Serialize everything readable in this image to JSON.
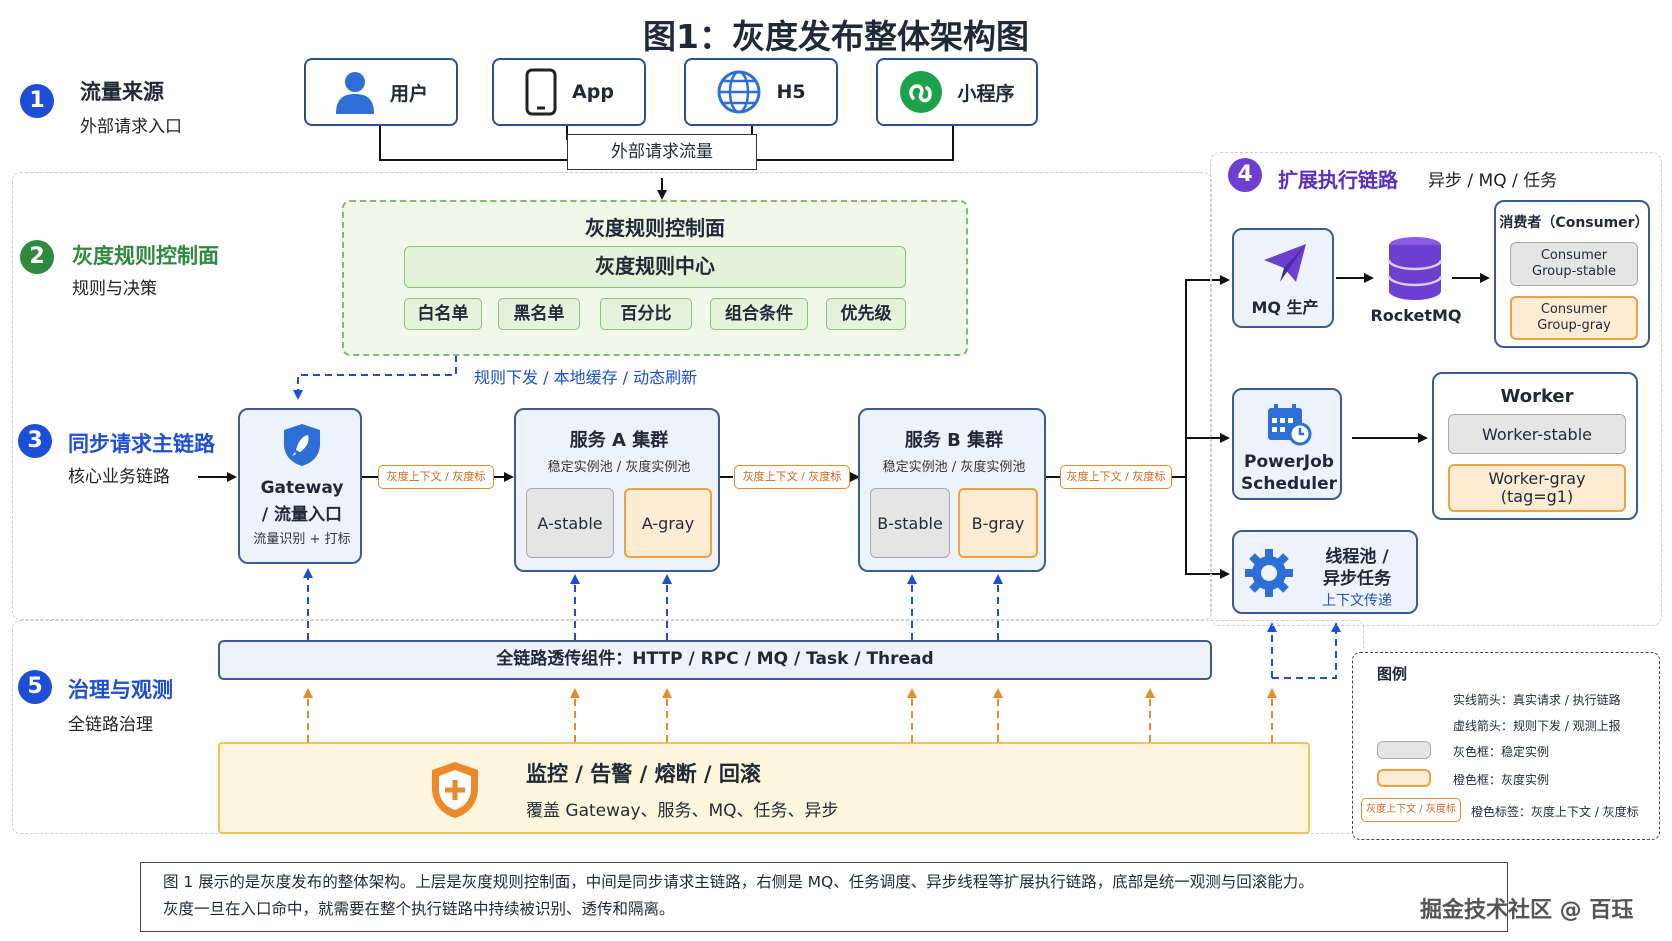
{
  "title": "图1：灰度发布整体架构图",
  "sections": {
    "s1": {
      "num": "1",
      "title": "流量来源",
      "sub": "外部请求入口"
    },
    "s2": {
      "num": "2",
      "title": "灰度规则控制面",
      "sub": "规则与决策"
    },
    "s3": {
      "num": "3",
      "title": "同步请求主链路",
      "sub": "核心业务链路"
    },
    "s4": {
      "num": "4",
      "title": "扩展执行链路",
      "sub": "异步 / MQ / 任务"
    },
    "s5": {
      "num": "5",
      "title": "治理与观测",
      "sub": "全链路治理"
    }
  },
  "sources": [
    {
      "label": "用户",
      "icon": "user-icon"
    },
    {
      "label": "App",
      "icon": "phone-icon"
    },
    {
      "label": "H5",
      "icon": "globe-icon"
    },
    {
      "label": "小程序",
      "icon": "miniprogram-icon"
    }
  ],
  "external_traffic": "外部请求流量",
  "control": {
    "panel_title": "灰度规则控制面",
    "center": "灰度规则中心",
    "rules": [
      "白名单",
      "黑名单",
      "百分比",
      "组合条件",
      "优先级"
    ],
    "dispatch_note": "规则下发 / 本地缓存 / 动态刷新"
  },
  "gateway": {
    "title_1": "Gateway",
    "title_2": "/ 流量入口",
    "sub": "流量识别 + 打标"
  },
  "context_tag": "灰度上下文 / 灰度标",
  "service_a": {
    "title": "服务 A 集群",
    "sub": "稳定实例池 / 灰度实例池",
    "stable": "A-stable",
    "gray": "A-gray"
  },
  "service_b": {
    "title": "服务 B 集群",
    "sub": "稳定实例池 / 灰度实例池",
    "stable": "B-stable",
    "gray": "B-gray"
  },
  "extension": {
    "mq_producer": "MQ 生产",
    "rocketmq": "RocketMQ",
    "consumer": {
      "title": "消费者（Consumer）",
      "stable_1": "Consumer",
      "stable_2": "Group-stable",
      "gray_1": "Consumer",
      "gray_2": "Group-gray"
    },
    "scheduler_1": "PowerJob",
    "scheduler_2": "Scheduler",
    "worker": {
      "title": "Worker",
      "stable": "Worker-stable",
      "gray_1": "Worker-gray",
      "gray_2": "(tag=g1)"
    },
    "threadpool_1": "线程池 /",
    "threadpool_2": "异步任务",
    "threadpool_sub": "上下文传递"
  },
  "transparent_bar": "全链路透传组件：HTTP / RPC / MQ / Task / Thread",
  "monitoring": {
    "title": "监控 / 告警 / 熔断 / 回滚",
    "sub": "覆盖 Gateway、服务、MQ、任务、异步"
  },
  "legend": {
    "title": "图例",
    "solid": "实线箭头：真实请求 / 执行链路",
    "dashed": "虚线箭头：规则下发 / 观测上报",
    "grey": "灰色框：稳定实例",
    "orange": "橙色框：灰度实例",
    "tag": "灰度上下文 / 灰度标",
    "tag_desc": "橙色标签：灰度上下文 / 灰度标"
  },
  "caption": {
    "line1": "图 1 展示的是灰度发布的整体架构。上层是灰度规则控制面，中间是同步请求主链路，右侧是 MQ、任务调度、异步线程等扩展执行链路，底部是统一观测与回滚能力。",
    "line2": "灰度一旦在入口命中，就需要在整个执行链路中持续被识别、透传和隔离。"
  },
  "watermark": "掘金技术社区 @ 百珏",
  "colors": {
    "navy": "#2d4f8c",
    "blue": "#1d4ed8",
    "green": "#2f8a3e",
    "purple": "#6d3fd1",
    "orange": "#ec8a2a"
  }
}
